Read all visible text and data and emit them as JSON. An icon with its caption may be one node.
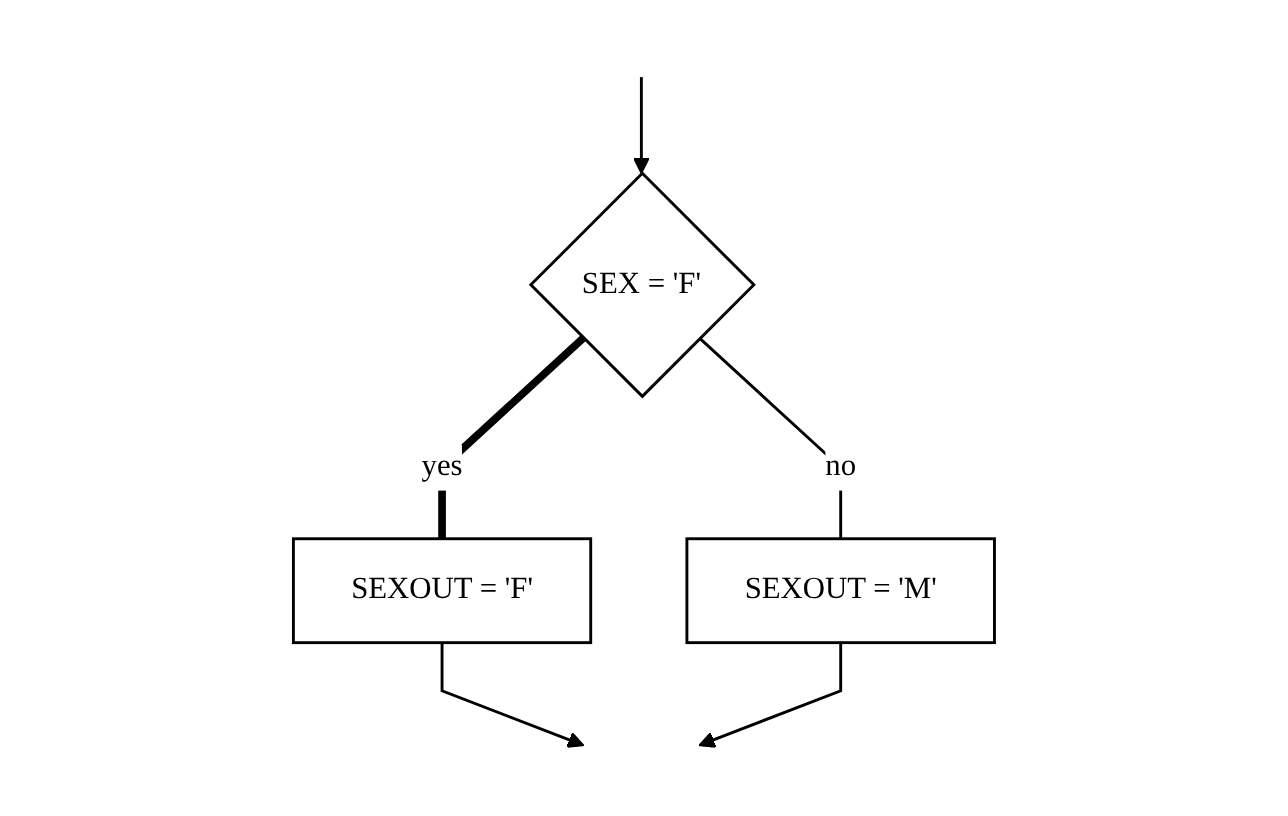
{
  "diagram": {
    "nodes": [
      {
        "text": [
          "SEX = 'F'"
        ]
      },
      {
        "text": [
          "SEXOUT = 'F'"
        ]
      },
      {
        "text": [
          "SEXOUT = 'M'"
        ]
      }
    ],
    "edges": [
      {
        "from": null,
        "to": 0,
        "arrow": "to"
      },
      {
        "from": 0,
        "to": 1,
        "label": "yes",
        "arrow": "none",
        "style": "thick"
      },
      {
        "from": 0,
        "to": 2,
        "label": "no",
        "arrow": "none"
      },
      {
        "from": 1,
        "to": null,
        "arrow": "to"
      },
      {
        "from": 2,
        "to": null,
        "arrow": "to"
      }
    ]
  }
}
